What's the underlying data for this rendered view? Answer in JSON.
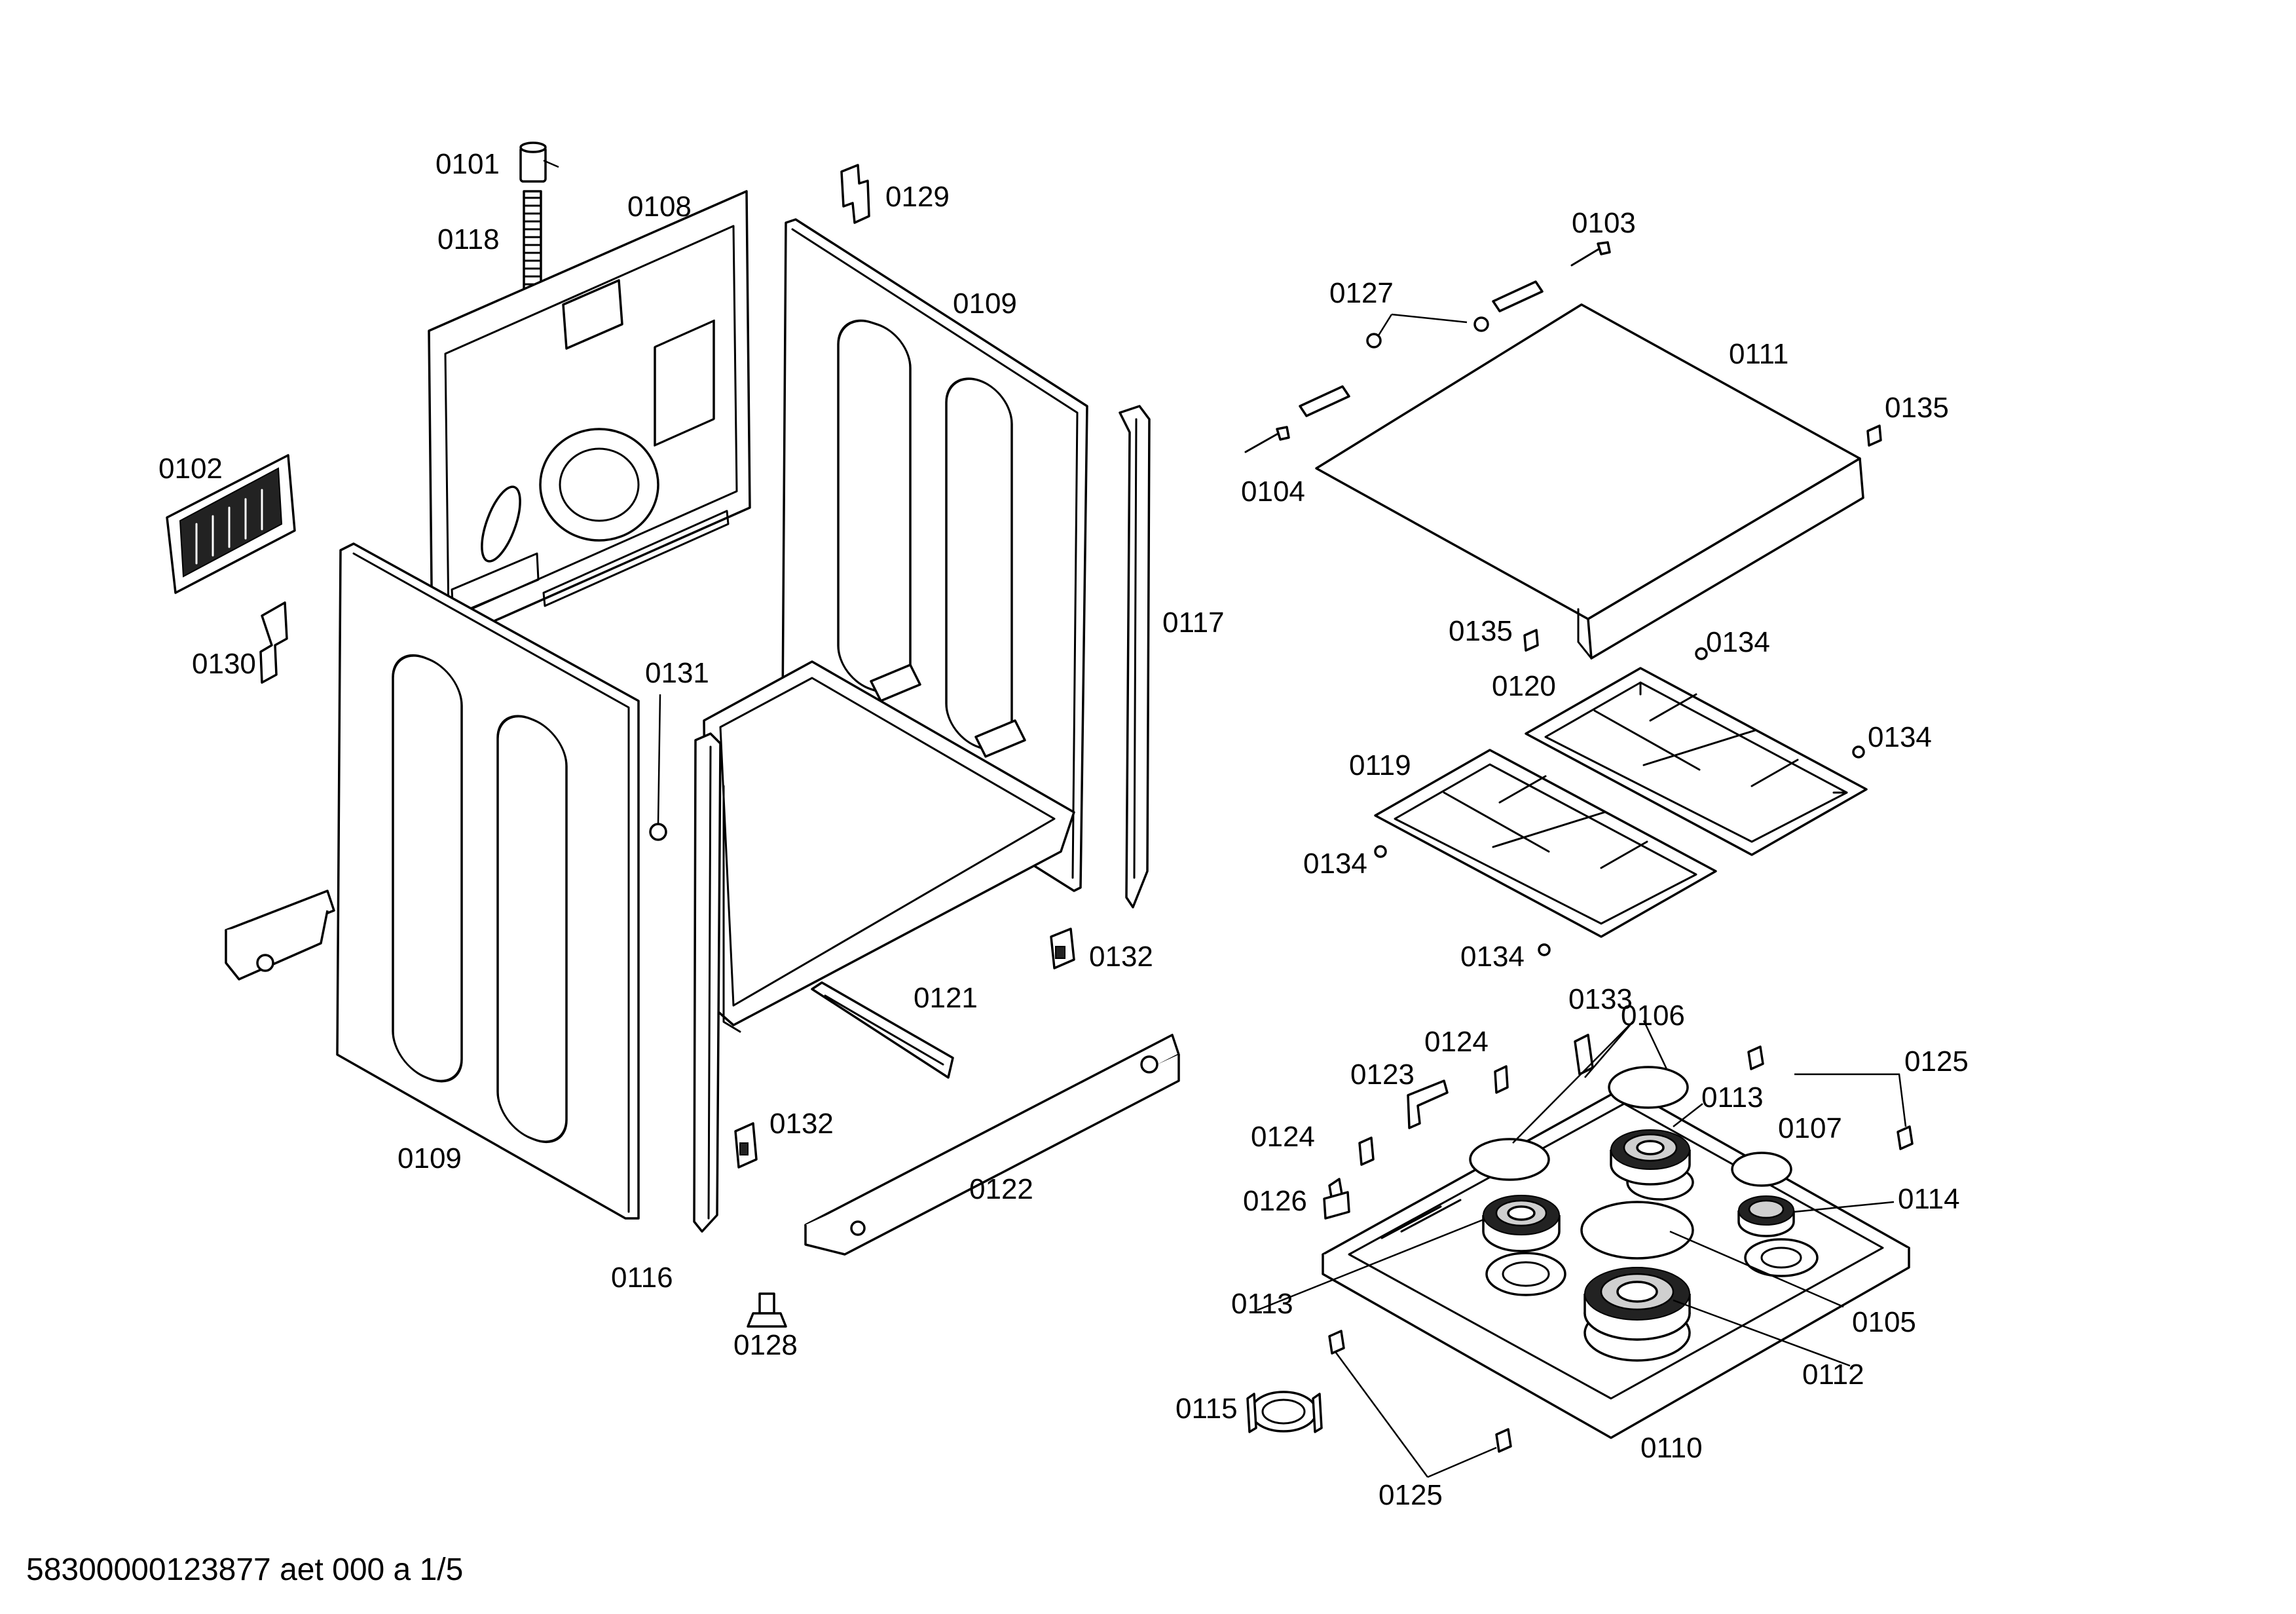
{
  "document_id": "58300000123877 aet 000 a 1/5",
  "labels": {
    "l0101": "0101",
    "l0118": "0118",
    "l0108": "0108",
    "l0129": "0129",
    "l0109_top": "0109",
    "l0102": "0102",
    "l0130": "0130",
    "l0131": "0131",
    "l0117": "0117",
    "l0109_bottom": "0109",
    "l0132_a": "0132",
    "l0121": "0121",
    "l0132_b": "0132",
    "l0122": "0122",
    "l0116": "0116",
    "l0128": "0128",
    "l0103": "0103",
    "l0127": "0127",
    "l0111": "0111",
    "l0104": "0104",
    "l0135_a": "0135",
    "l0135_b": "0135",
    "l0134_a": "0134",
    "l0120": "0120",
    "l0134_b": "0134",
    "l0119": "0119",
    "l0134_c": "0134",
    "l0134_d": "0134",
    "l0133": "0133",
    "l0106": "0106",
    "l0124_a": "0124",
    "l0125_a": "0125",
    "l0123": "0123",
    "l0113_a": "0113",
    "l0107": "0107",
    "l0124_b": "0124",
    "l0114": "0114",
    "l0126": "0126",
    "l0113_b": "0113",
    "l0105": "0105",
    "l0112": "0112",
    "l0115": "0115",
    "l0110": "0110",
    "l0125_b": "0125"
  }
}
